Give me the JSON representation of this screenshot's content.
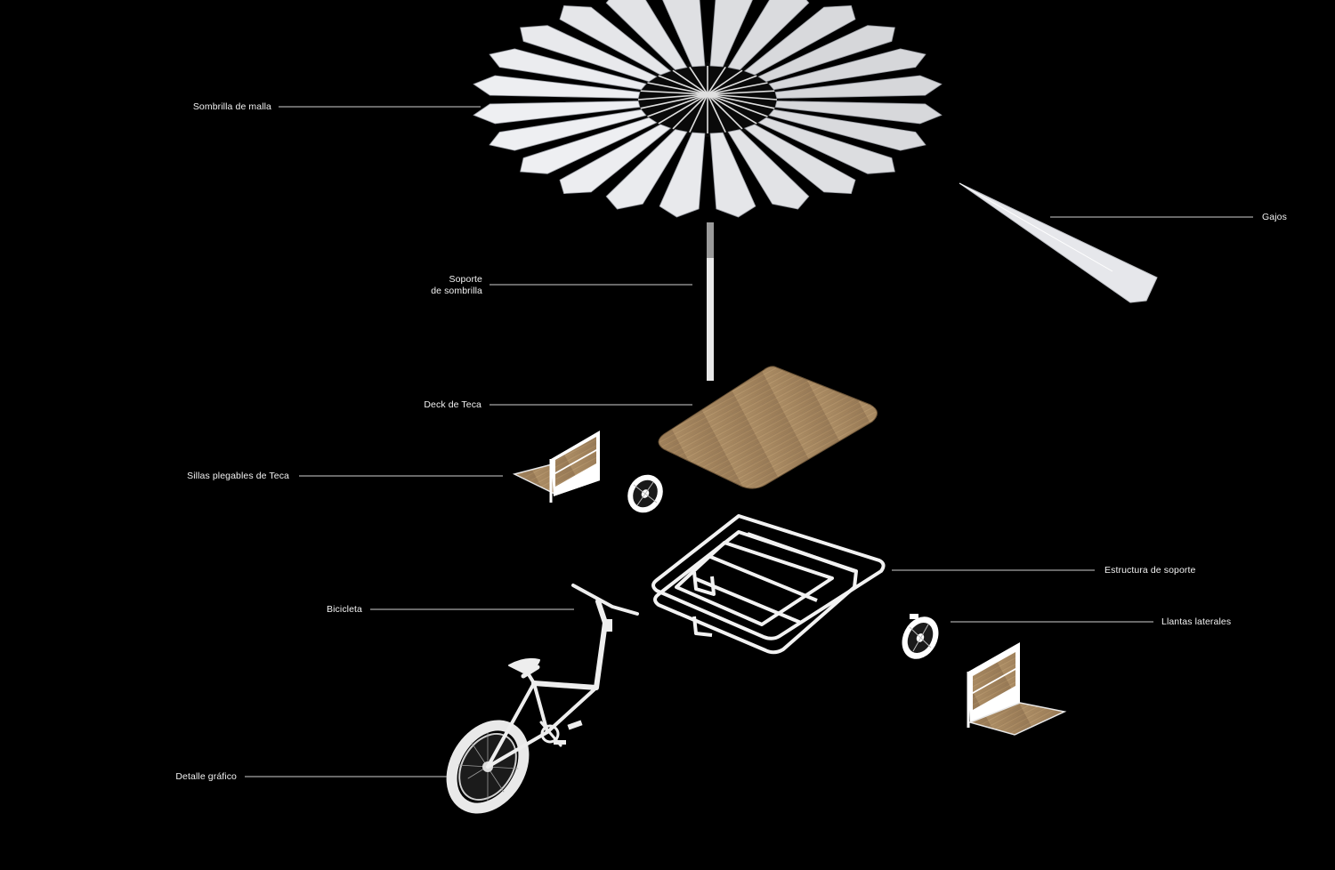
{
  "colors": {
    "background": "#000000",
    "canopy": "#e6e7eb",
    "wood": "#a88a64",
    "frame": "#f2f2f2",
    "leader": "#d0d0d0"
  },
  "labels": {
    "sombrilla": "Sombrilla de malla",
    "gajos": "Gajos",
    "soporte_1": "Soporte",
    "soporte_2": "de sombrilla",
    "deck": "Deck de Teca",
    "sillas": "Sillas plegables de Teca",
    "estructura": "Estructura de soporte",
    "bicicleta": "Bicicleta",
    "llantas": "Llantas laterales",
    "detalle": "Detalle gráfico"
  }
}
